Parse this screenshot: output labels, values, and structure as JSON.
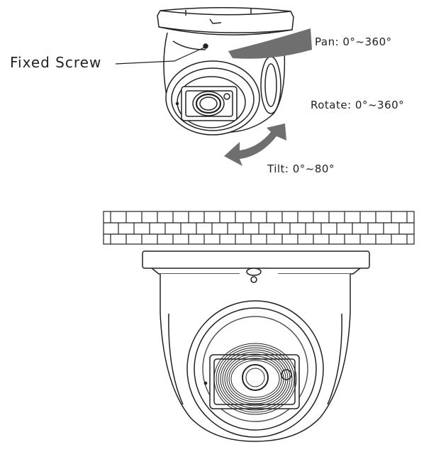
{
  "labels": {
    "fixed_screw": "Fixed Screw",
    "pan": "Pan: 0°~360°",
    "rotate": "Rotate: 0°~360°",
    "tilt": "Tilt: 0°~80°"
  },
  "colors": {
    "line": "#222222",
    "arrow_fill": "#6f6f6f",
    "shade": "#eeeeee",
    "background": "#ffffff"
  }
}
